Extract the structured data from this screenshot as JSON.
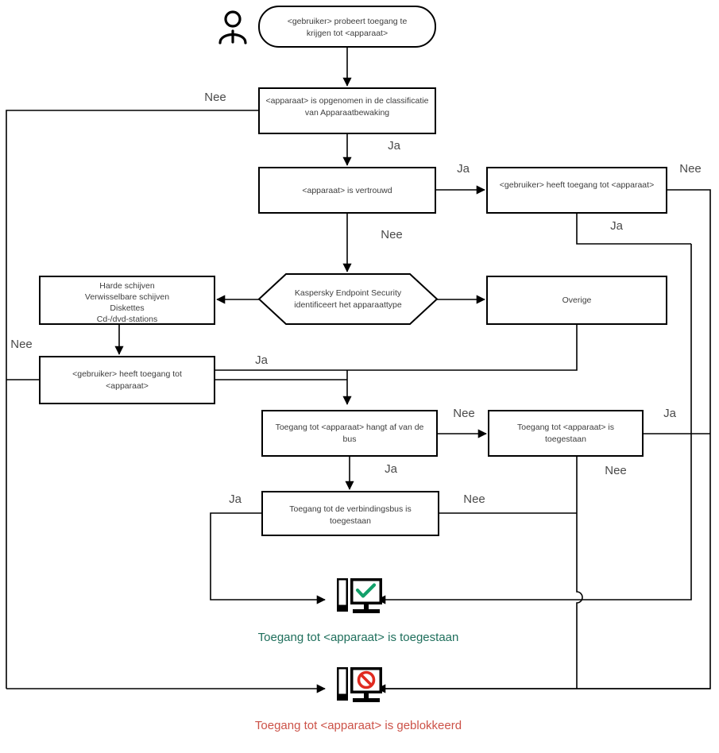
{
  "diagram": {
    "title": "Apparaatbewaking toegangsbeslissing stroomschema",
    "language": "nl",
    "actor": {
      "icon": "person-icon"
    },
    "colors": {
      "allowed": "#1f6f5c",
      "blocked": "#cc5248",
      "check": "#12a06a",
      "deny": "#e02b20",
      "line": "#000000",
      "node_text": "#3d3d3d"
    },
    "nodes": {
      "start": {
        "shape": "rounded",
        "line1": "<gebruiker> probeert toegang te",
        "line2": "krijgen tot <apparaat>"
      },
      "classification": {
        "shape": "rect",
        "line1": "<apparaat> is opgenomen in de classificatie",
        "line2": "van Apparaatbewaking"
      },
      "trusted": {
        "shape": "rect",
        "line1": "<apparaat> is vertrouwd",
        "line2": ""
      },
      "user_access_top": {
        "shape": "rect",
        "line1": "<gebruiker> heeft toegang tot <apparaat>",
        "line2": ""
      },
      "identify": {
        "shape": "hexagon",
        "line1": "Kaspersky Endpoint Security",
        "line2": "identificeert het apparaattype"
      },
      "device_types": {
        "shape": "rect",
        "line1": "Harde schijven",
        "line2": "Verwisselbare schijven",
        "line3": "Diskettes",
        "line4": "Cd-/dvd-stations"
      },
      "other": {
        "shape": "rect",
        "line1": "Overige",
        "line2": ""
      },
      "user_access_left": {
        "shape": "rect",
        "line1": "<gebruiker> heeft toegang tot",
        "line2": "<apparaat>"
      },
      "depends_on_bus": {
        "shape": "rect",
        "line1": "Toegang tot <apparaat> hangt af van de",
        "line2": "bus"
      },
      "access_allowed_box": {
        "shape": "rect",
        "line1": "Toegang tot <apparaat> is",
        "line2": "toegestaan"
      },
      "bus_access_allowed": {
        "shape": "rect",
        "line1": "Toegang tot de verbindingsbus is",
        "line2": "toegestaan"
      }
    },
    "edge_labels": {
      "classification_no": "Nee",
      "classification_yes": "Ja",
      "trusted_yes": "Ja",
      "trusted_no": "Nee",
      "user_access_top_no": "Nee",
      "user_access_top_yes": "Ja",
      "user_access_left_no": "Nee",
      "user_access_left_yes": "Ja",
      "depends_on_bus_no": "Nee",
      "depends_on_bus_yes": "Ja",
      "access_allowed_yes": "Ja",
      "access_allowed_no": "Nee",
      "bus_access_yes": "Ja",
      "bus_access_no": "Nee"
    },
    "outcomes": {
      "allowed": {
        "icon": "monitor-check-icon",
        "caption": "Toegang tot <apparaat> is toegestaan"
      },
      "blocked": {
        "icon": "monitor-blocked-icon",
        "caption": "Toegang tot <apparaat> is geblokkeerd"
      }
    }
  }
}
